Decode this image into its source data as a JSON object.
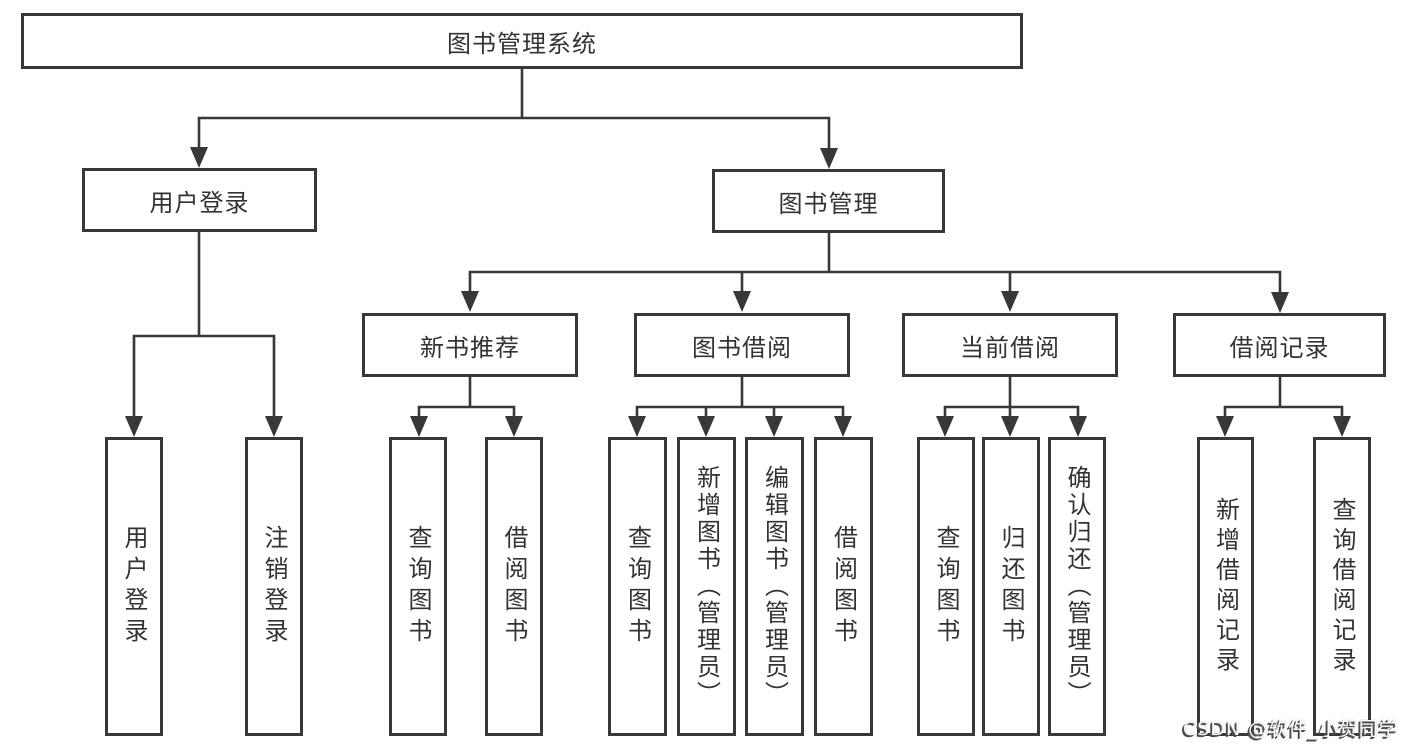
{
  "diagram": {
    "root": {
      "label": "图书管理系统"
    },
    "branches": {
      "user": {
        "label": "用户登录",
        "children": [
          {
            "label": "用户登录"
          },
          {
            "label": "注销登录"
          }
        ]
      },
      "book": {
        "label": "图书管理",
        "children": [
          {
            "label": "新书推荐",
            "children": [
              {
                "label": "查询图书"
              },
              {
                "label": "借阅图书"
              }
            ]
          },
          {
            "label": "图书借阅",
            "children": [
              {
                "label": "查询图书"
              },
              {
                "label": "新增图书（管理员）"
              },
              {
                "label": "编辑图书（管理员）"
              },
              {
                "label": "借阅图书"
              }
            ]
          },
          {
            "label": "当前借阅",
            "children": [
              {
                "label": "查询图书"
              },
              {
                "label": "归还图书"
              },
              {
                "label": "确认归还（管理员）"
              }
            ]
          },
          {
            "label": "借阅记录",
            "children": [
              {
                "label": "新增借阅记录"
              },
              {
                "label": "查询借阅记录"
              }
            ]
          }
        ]
      }
    }
  },
  "watermark": {
    "text": "CSDN @软件_小贺同学"
  },
  "colors": {
    "background": "#ffffff",
    "line": "#383838",
    "box_border": "#383838",
    "box_fill": "#ffffff",
    "text": "#333333",
    "watermark_text": "#ffffff",
    "watermark_shadow": "#4d4d4d"
  }
}
